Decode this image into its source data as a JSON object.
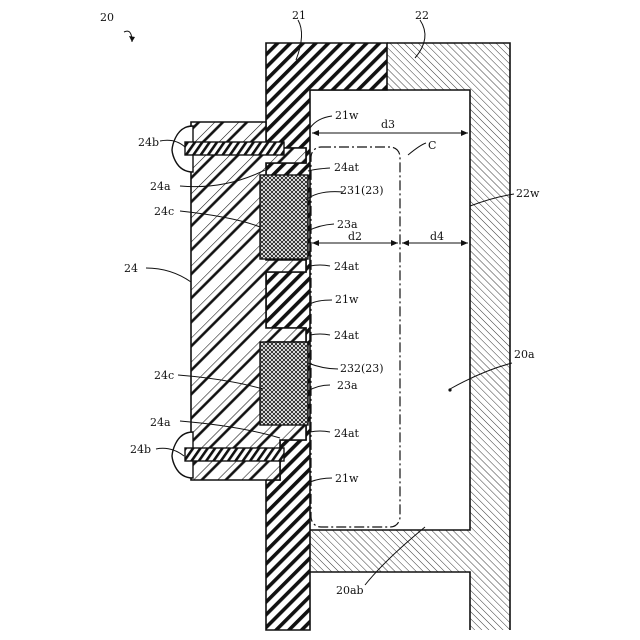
{
  "labels": {
    "fig": "20",
    "part21": "21",
    "part22": "22",
    "part21w_top": "21w",
    "d3": "d3",
    "curve_c": "C",
    "part24b_top": "24b",
    "part24at_1": "24at",
    "part24a_top": "24a",
    "part231": "231(23)",
    "part24c_top": "24c",
    "part23a_top": "23a",
    "part22w": "22w",
    "d2": "d2",
    "d4": "d4",
    "part24": "24",
    "part24at_2": "24at",
    "part21w_mid": "21w",
    "part24at_3": "24at",
    "part20a": "20a",
    "part232": "232(23)",
    "part24c_bottom": "24c",
    "part23a_bottom": "23a",
    "part24a_bottom": "24a",
    "part24at_4": "24at",
    "part24b_bottom": "24b",
    "part21w_bottom": "21w",
    "part20ab": "20ab"
  }
}
